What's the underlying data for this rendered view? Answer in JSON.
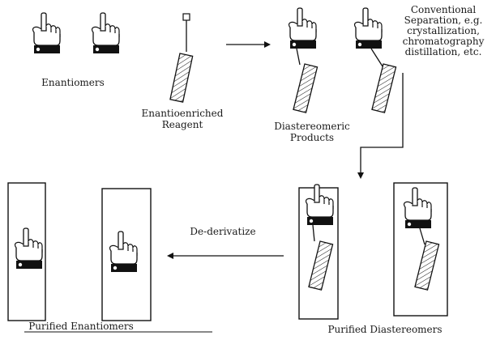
{
  "labels": {
    "enantiomers": "Enantiomers",
    "reagent_line1": "Enantioenriched",
    "reagent_line2": "Reagent",
    "products_line1": "Diastereomeric",
    "products_line2": "Products",
    "separation_line1": "Conventional",
    "separation_line2": "Separation, e.g.",
    "separation_line3": "crystallization,",
    "separation_line4": "chromatography",
    "separation_line5": "distillation, etc.",
    "dederivatize": "De-derivatize",
    "purified_enantiomers": "Purified Enantiomers",
    "purified_diastereomers": "Purified Diastereomers"
  },
  "icons": {
    "hand": "pointing-hand-icon",
    "stick": "hatched-bar-icon",
    "attachment": "square-connector-icon"
  },
  "colors": {
    "stroke": "#111111",
    "background": "#ffffff"
  }
}
